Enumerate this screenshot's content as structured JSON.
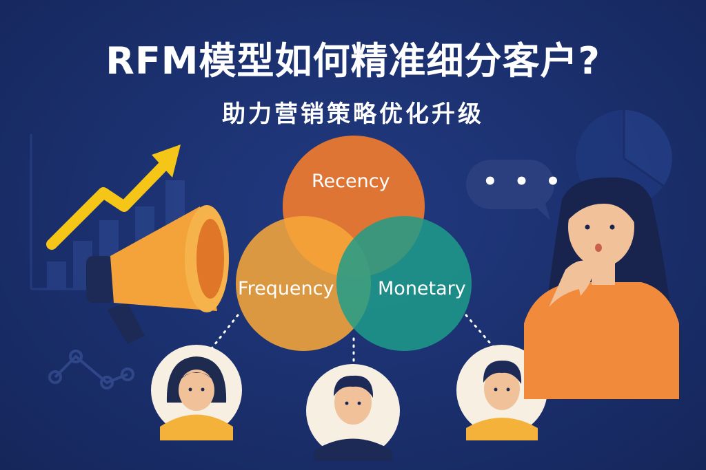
{
  "title": "RFM模型如何精准细分客户?",
  "subtitle": "助力营销策略优化升级",
  "venn": {
    "recency": "Recency",
    "frequency": "Frequency",
    "monetary": "Monetary"
  },
  "speech_bubble": "• • •",
  "colors": {
    "background": "#1a2e6b",
    "recency": "#ee7a2e",
    "frequency": "#f6a63a",
    "monetary": "#1f9c8a",
    "arrow": "#f5c518"
  }
}
